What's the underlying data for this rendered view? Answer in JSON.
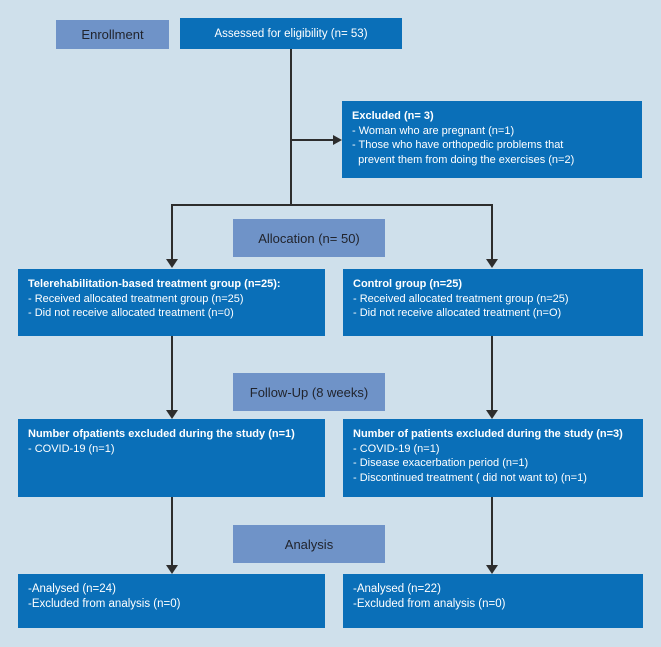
{
  "colors": {
    "background": "#cfe0eb",
    "box_primary": "#0a6fb8",
    "box_stage": "#6f93c8",
    "connector": "#2d2d2d",
    "text_on_primary": "#ffffff",
    "text_on_stage": "#21242d"
  },
  "stage_labels": {
    "enrollment": "Enrollment",
    "allocation": "Allocation (n= 50)",
    "followup": "Follow-Up (8 weeks)",
    "analysis": "Analysis"
  },
  "boxes": {
    "assessed": {
      "text": "Assessed for eligibility (n= 53)"
    },
    "excluded": {
      "title": "Excluded (n= 3)",
      "lines": [
        "- Woman who are pregnant (n=1)",
        "- Those who have orthopedic problems that",
        "  prevent them from doing the exercises (n=2)"
      ]
    },
    "allocation_left": {
      "title": "Telerehabilitation-based treatment group (n=25):",
      "lines": [
        "- Received allocated treatment group (n=25)",
        "- Did not receive allocated treatment (n=0)"
      ]
    },
    "allocation_right": {
      "title": "Control group (n=25)",
      "lines": [
        "- Received allocated treatment group (n=25)",
        "- Did not receive allocated treatment (n=O)"
      ]
    },
    "followup_left": {
      "title": "Number ofpatients excluded during the study (n=1)",
      "lines": [
        "- COVID-19 (n=1)"
      ]
    },
    "followup_right": {
      "title": "Number of patients excluded during the study (n=3)",
      "lines": [
        "- COVID-19 (n=1)",
        "- Disease exacerbation period (n=1)",
        "- Discontinued treatment ( did not want to) (n=1)"
      ]
    },
    "analysis_left": {
      "lines": [
        "-Analysed (n=24)",
        "-Excluded from analysis (n=0)"
      ]
    },
    "analysis_right": {
      "lines": [
        "-Analysed (n=22)",
        "-Excluded from analysis (n=0)"
      ]
    }
  }
}
